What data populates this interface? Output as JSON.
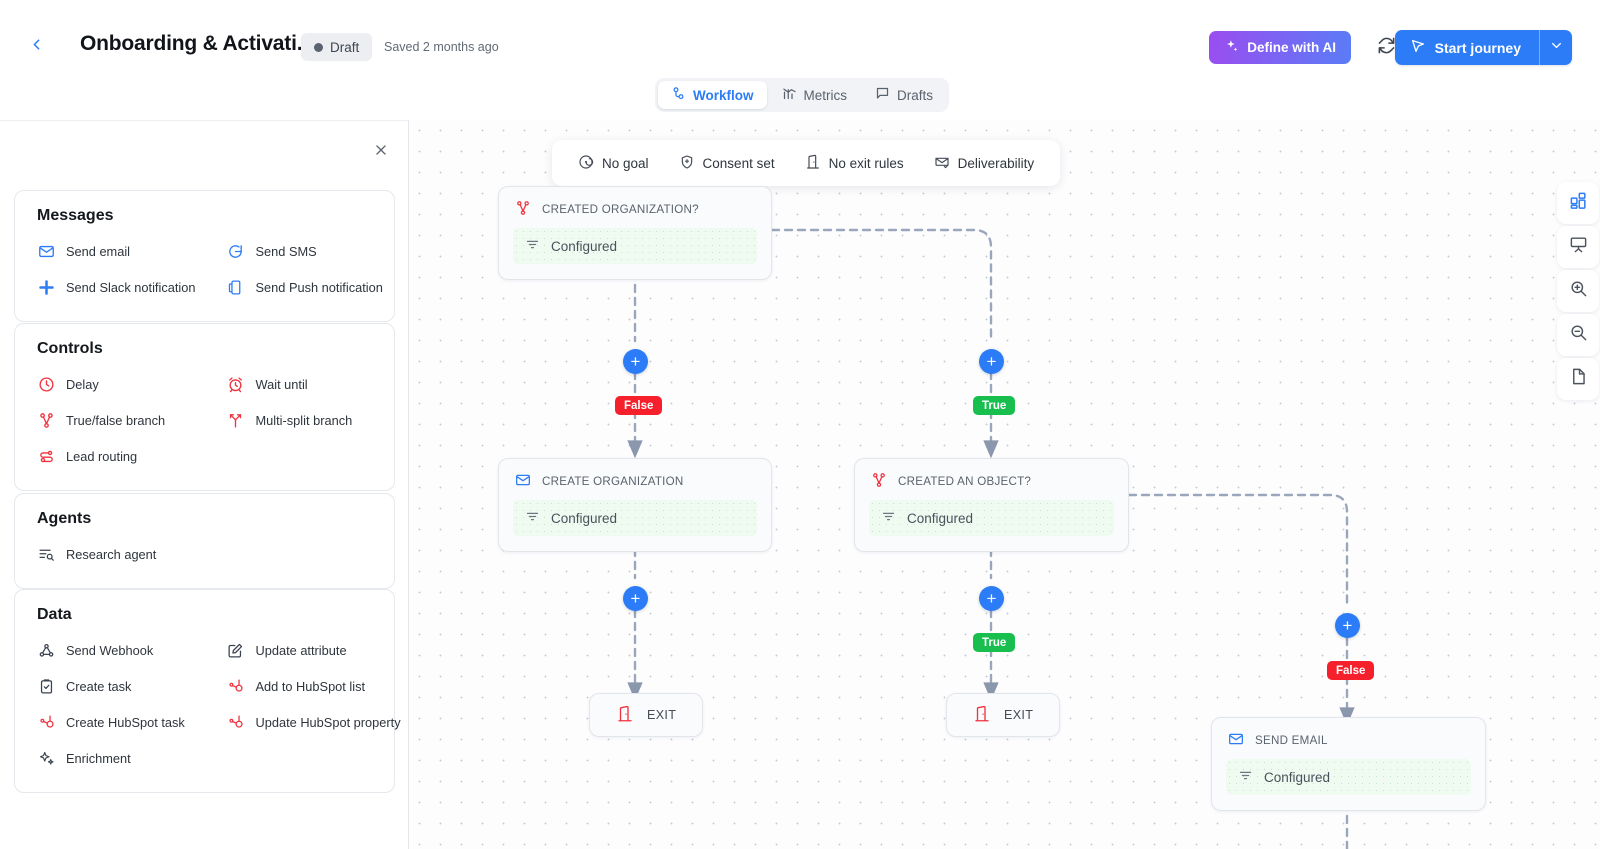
{
  "header": {
    "back_icon": "chevron-left-icon",
    "title": "Onboarding & Activati...",
    "status_badge": "Draft",
    "saved_text": "Saved 2 months ago",
    "define_ai_label": "Define with AI",
    "define_ai_icon": "sparkle-icon",
    "refresh_icon": "refresh-icon",
    "start_journey_label": "Start journey",
    "start_journey_icon": "send-cursor-icon",
    "start_journey_caret_icon": "chevron-down-icon",
    "accent_blue": "#2b7cf6",
    "ai_gradient_from": "#9b4df0",
    "ai_gradient_to": "#5a7cf7"
  },
  "tabs": [
    {
      "label": "Workflow",
      "icon": "workflow-nodes-icon",
      "active": true
    },
    {
      "label": "Metrics",
      "icon": "chart-bars-icon",
      "active": false
    },
    {
      "label": "Drafts",
      "icon": "message-square-icon",
      "active": false
    }
  ],
  "sidebar": {
    "close_icon": "close-icon",
    "sections": [
      {
        "title": "Messages",
        "items": [
          {
            "label": "Send email",
            "icon": "envelope-icon",
            "color": "#2b7cf6"
          },
          {
            "label": "Send SMS",
            "icon": "chat-bubble-icon",
            "color": "#2b7cf6"
          },
          {
            "label": "Send Slack notification",
            "icon": "slack-icon",
            "color": "#2b7cf6"
          },
          {
            "label": "Send Push notification",
            "icon": "mobile-push-icon",
            "color": "#2b7cf6"
          }
        ]
      },
      {
        "title": "Controls",
        "items": [
          {
            "label": "Delay",
            "icon": "clock-icon",
            "color": "#f0333f"
          },
          {
            "label": "Wait until",
            "icon": "alarm-clock-icon",
            "color": "#f0333f"
          },
          {
            "label": "True/false branch",
            "icon": "branch-icon",
            "color": "#f0333f"
          },
          {
            "label": "Multi-split branch",
            "icon": "multi-split-icon",
            "color": "#f0333f"
          },
          {
            "label": "Lead routing",
            "icon": "lead-routing-icon",
            "color": "#f0333f"
          }
        ]
      },
      {
        "title": "Agents",
        "items": [
          {
            "label": "Research agent",
            "icon": "research-agent-icon",
            "color": "#3b4350"
          }
        ]
      },
      {
        "title": "Data",
        "items": [
          {
            "label": "Send Webhook",
            "icon": "webhook-icon",
            "color": "#3b4350"
          },
          {
            "label": "Update attribute",
            "icon": "edit-square-icon",
            "color": "#3b4350"
          },
          {
            "label": "Create task",
            "icon": "clipboard-check-icon",
            "color": "#3b4350"
          },
          {
            "label": "Add to HubSpot list",
            "icon": "hubspot-icon",
            "color": "#f0333f"
          },
          {
            "label": "Create HubSpot task",
            "icon": "hubspot-icon",
            "color": "#f0333f"
          },
          {
            "label": "Update HubSpot property",
            "icon": "hubspot-icon",
            "color": "#f0333f"
          },
          {
            "label": "Enrichment",
            "icon": "sparkle-icon",
            "color": "#3b4350"
          }
        ]
      }
    ]
  },
  "canvas_toolbar": [
    {
      "label": "No goal",
      "icon": "target-icon"
    },
    {
      "label": "Consent set",
      "icon": "shield-plus-icon"
    },
    {
      "label": "No exit rules",
      "icon": "exit-door-icon"
    },
    {
      "label": "Deliverability",
      "icon": "envelope-check-icon"
    }
  ],
  "nodes": [
    {
      "id": "created-organization",
      "title": "CREATED ORGANIZATION?",
      "icon": "branch-icon",
      "icon_color": "#f0333f",
      "status": "Configured",
      "status_icon": "filter-icon"
    },
    {
      "id": "create-organization",
      "title": "CREATE ORGANIZATION",
      "icon": "envelope-icon",
      "icon_color": "#2b7cf6",
      "status": "Configured",
      "status_icon": "filter-icon"
    },
    {
      "id": "created-an-object",
      "title": "CREATED AN OBJECT?",
      "icon": "branch-icon",
      "icon_color": "#f0333f",
      "status": "Configured",
      "status_icon": "filter-icon"
    },
    {
      "id": "send-email",
      "title": "SEND EMAIL",
      "icon": "envelope-icon",
      "icon_color": "#2b7cf6",
      "status": "Configured",
      "status_icon": "filter-icon"
    }
  ],
  "exit_nodes": [
    {
      "id": "exit-left",
      "label": "EXIT",
      "icon": "exit-door-icon"
    },
    {
      "id": "exit-middle",
      "label": "EXIT",
      "icon": "exit-door-icon"
    }
  ],
  "edge_badges": [
    {
      "id": "badge-false-left",
      "label": "False",
      "type": "false"
    },
    {
      "id": "badge-true-right",
      "label": "True",
      "type": "true"
    },
    {
      "id": "badge-true-middle",
      "label": "True",
      "type": "true"
    },
    {
      "id": "badge-false-far-right",
      "label": "False",
      "type": "false"
    }
  ],
  "add_buttons": [
    {
      "id": "add-node-1",
      "label": "+"
    },
    {
      "id": "add-node-2",
      "label": "+"
    },
    {
      "id": "add-node-3",
      "label": "+"
    },
    {
      "id": "add-node-4",
      "label": "+"
    },
    {
      "id": "add-node-5",
      "label": "+"
    }
  ],
  "right_tools": [
    {
      "icon": "layout-grid-icon",
      "active": true
    },
    {
      "icon": "presentation-icon",
      "active": false
    },
    {
      "icon": "zoom-in-icon",
      "active": false
    },
    {
      "icon": "zoom-out-icon",
      "active": false
    },
    {
      "icon": "page-icon",
      "active": false
    }
  ],
  "colors": {
    "badge_true": "#18bf4f",
    "badge_false": "#f5202c",
    "edge_line": "#9aa6bb",
    "node_status_bg": "#effaf1"
  }
}
